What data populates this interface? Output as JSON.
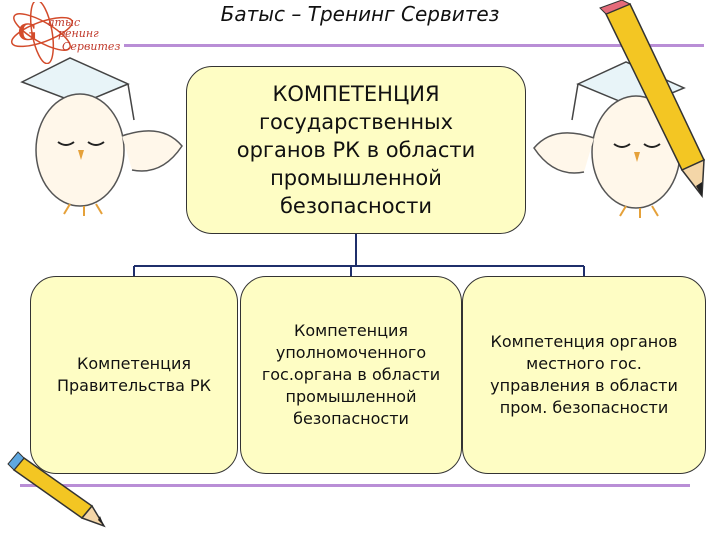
{
  "header": {
    "title": "Батыс – Тренинг Сервитез",
    "logo": {
      "line1": "атыс",
      "line2": "ренинг",
      "line3": "Сервитез",
      "initials": "G"
    }
  },
  "diagram": {
    "main": {
      "text": "КОМПЕТЕНЦИЯ\nгосударственных\nорганов РК в области\nпромышленной\nбезопасности"
    },
    "children": [
      {
        "text": "Компетенция\nПравительства РК"
      },
      {
        "text": "Компетенция\nуполномоченного\nгос.органа в области\nпромышленной\nбезопасности"
      },
      {
        "text": "Компетенция органов\nместного гос.\nуправления в области\nпром. безопасности"
      }
    ]
  },
  "colors": {
    "box_fill": "#fefdc4",
    "rule": "#b98ed6",
    "connector": "#1f2f6b"
  },
  "icons": [
    "owl-graduate-icon",
    "pencil-icon",
    "pencil-icon"
  ]
}
